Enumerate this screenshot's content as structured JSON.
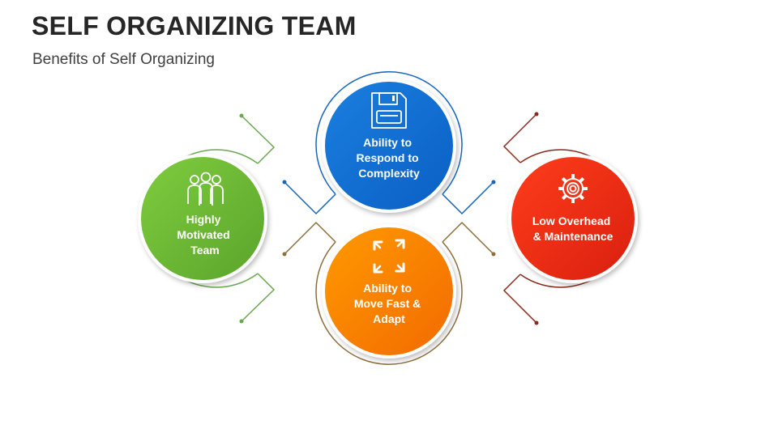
{
  "slide": {
    "title": "SELF ORGANIZING TEAM",
    "subtitle": "Benefits of Self Organizing"
  },
  "benefits": [
    {
      "lines": [
        "Highly",
        "Motivated",
        "Team"
      ],
      "icon": "team-people-icon",
      "color": "#6fbf3a",
      "ring_color": "#6aa84f"
    },
    {
      "lines": [
        "Ability to",
        "Respond to",
        "Complexity"
      ],
      "icon": "floppy-disk-icon",
      "color": "#1e88e5",
      "ring_color": "#1565c0"
    },
    {
      "lines": [
        "Ability to",
        "Move Fast &",
        "Adapt"
      ],
      "icon": "refresh-cycle-icon",
      "color": "#f57c00",
      "ring_color": "#8d6e3a"
    },
    {
      "lines": [
        "Low Overhead",
        "& Maintenance"
      ],
      "icon": "gear-icon",
      "color": "#e53014",
      "ring_color": "#8b2a1a"
    }
  ]
}
